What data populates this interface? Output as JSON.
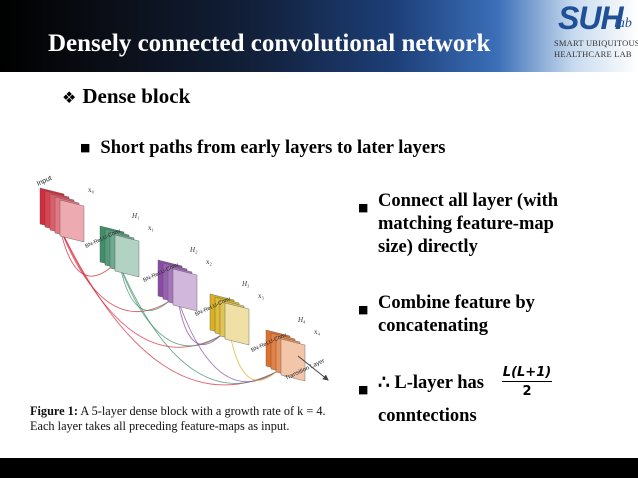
{
  "header": {
    "title": "Densely connected convolutional network",
    "logo": {
      "word": "SUH",
      "lab": "lab",
      "line1": "SMART UBIQUITOUS",
      "line2": "HEALTHCARE LAB"
    }
  },
  "content": {
    "heading": "Dense block",
    "subpoint": "Short paths from early layers to later layers",
    "right_points": [
      {
        "lines": [
          "Connect all layer (with",
          "matching feature-map",
          "size) directly"
        ]
      },
      {
        "lines": [
          "Combine feature by",
          "concatenating"
        ]
      },
      {
        "lines": [
          "∴ L-layer has",
          "conntections"
        ]
      }
    ],
    "fraction": {
      "numerator": "L(L+1)",
      "denominator": "2"
    }
  },
  "figure": {
    "input_label": "Input",
    "stage_labels": [
      "x₀",
      "x₁",
      "x₂",
      "x₃",
      "x₄"
    ],
    "h_labels": [
      "H₁",
      "H₂",
      "H₃",
      "H₄"
    ],
    "conv_label": "BN-ReLU-Conv",
    "transition_label": "Transition Layer",
    "colors": [
      "#d42a3c",
      "#3f8f6a",
      "#8a4aa6",
      "#d9b21e",
      "#e0702a"
    ],
    "caption_prefix": "Figure 1:",
    "caption_text": "A 5-layer dense block with a growth rate of k = 4. Each layer takes all preceding feature-maps as input."
  }
}
